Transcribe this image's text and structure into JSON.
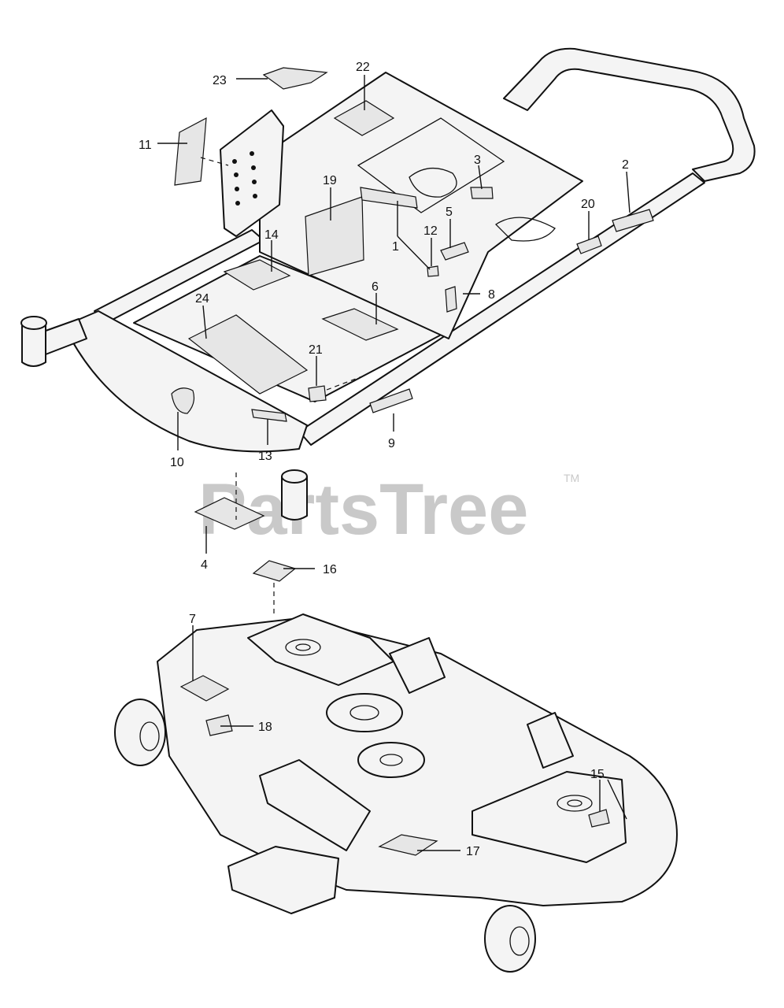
{
  "watermark": {
    "text": "PartsTree",
    "trademark": "TM"
  },
  "callouts": [
    {
      "id": "c1",
      "label": "1"
    },
    {
      "id": "c2",
      "label": "2"
    },
    {
      "id": "c3",
      "label": "3"
    },
    {
      "id": "c4",
      "label": "4"
    },
    {
      "id": "c5",
      "label": "5"
    },
    {
      "id": "c6",
      "label": "6"
    },
    {
      "id": "c7",
      "label": "7"
    },
    {
      "id": "c8",
      "label": "8"
    },
    {
      "id": "c9",
      "label": "9"
    },
    {
      "id": "c10",
      "label": "10"
    },
    {
      "id": "c11",
      "label": "11"
    },
    {
      "id": "c12",
      "label": "12"
    },
    {
      "id": "c13",
      "label": "13"
    },
    {
      "id": "c14",
      "label": "14"
    },
    {
      "id": "c15",
      "label": "15"
    },
    {
      "id": "c16",
      "label": "16"
    },
    {
      "id": "c17",
      "label": "17"
    },
    {
      "id": "c18",
      "label": "18"
    },
    {
      "id": "c19",
      "label": "19"
    },
    {
      "id": "c20",
      "label": "20"
    },
    {
      "id": "c21",
      "label": "21"
    },
    {
      "id": "c22",
      "label": "22"
    },
    {
      "id": "c23",
      "label": "23"
    },
    {
      "id": "c24",
      "label": "24"
    }
  ]
}
